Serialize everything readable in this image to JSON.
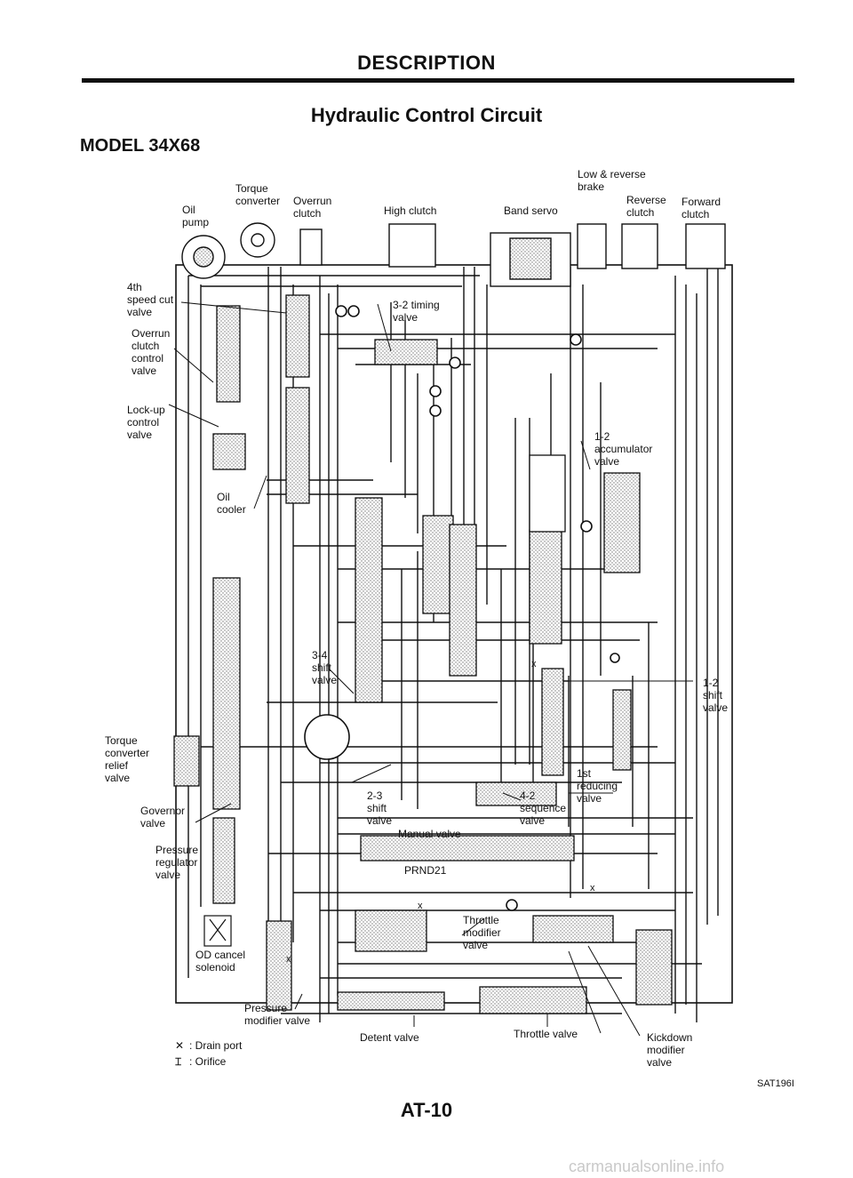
{
  "header": {
    "title": "DESCRIPTION",
    "subtitle": "Hydraulic Control Circuit",
    "model": "MODEL 34X68"
  },
  "labels": {
    "oil_pump": "Oil\npump",
    "torque_converter": "Torque\nconverter",
    "overrun_clutch": "Overrun\nclutch",
    "high_clutch": "High clutch",
    "band_servo": "Band servo",
    "low_reverse_brake": "Low & reverse\nbrake",
    "reverse_clutch": "Reverse\nclutch",
    "forward_clutch": "Forward\nclutch",
    "speed_cut_valve": "4th\nspeed cut\nvalve",
    "overrun_control_valve": "Overrun\nclutch\ncontrol\nvalve",
    "lockup_valve": "Lock-up\ncontrol\nvalve",
    "timing_valve": "3-2 timing\nvalve",
    "accumulator_valve": "1-2\naccumulator\nvalve",
    "oil_cooler": "Oil\ncooler",
    "shift_34": "3-4\nshift\nvalve",
    "shift_12": "1-2\nshift\nvalve",
    "relief_valve": "Torque\nconverter\nrelief\nvalve",
    "reducing_valve": "1st\nreducing\nvalve",
    "shift_23": "2-3\nshift\nvalve",
    "sequence_valve": "4-2\nsequence\nvalve",
    "governor_valve": "Governor\nvalve",
    "manual_valve": "Manual valve",
    "prnd": "PRND21",
    "pressure_regulator": "Pressure\nregulator\nvalve",
    "throttle_modifier": "Throttle\nmodifier\nvalve",
    "od_cancel": "OD cancel\nsolenoid",
    "pressure_modifier": "Pressure\nmodifier valve",
    "detent_valve": "Detent valve",
    "throttle_valve": "Throttle valve",
    "kickdown_modifier": "Kickdown\nmodifier\nvalve"
  },
  "legend": {
    "drain": ": Drain port",
    "orifice": ": Orifice"
  },
  "footer": {
    "code": "SAT196I",
    "page": "AT-10",
    "watermark": "carmanualsonline.info"
  }
}
